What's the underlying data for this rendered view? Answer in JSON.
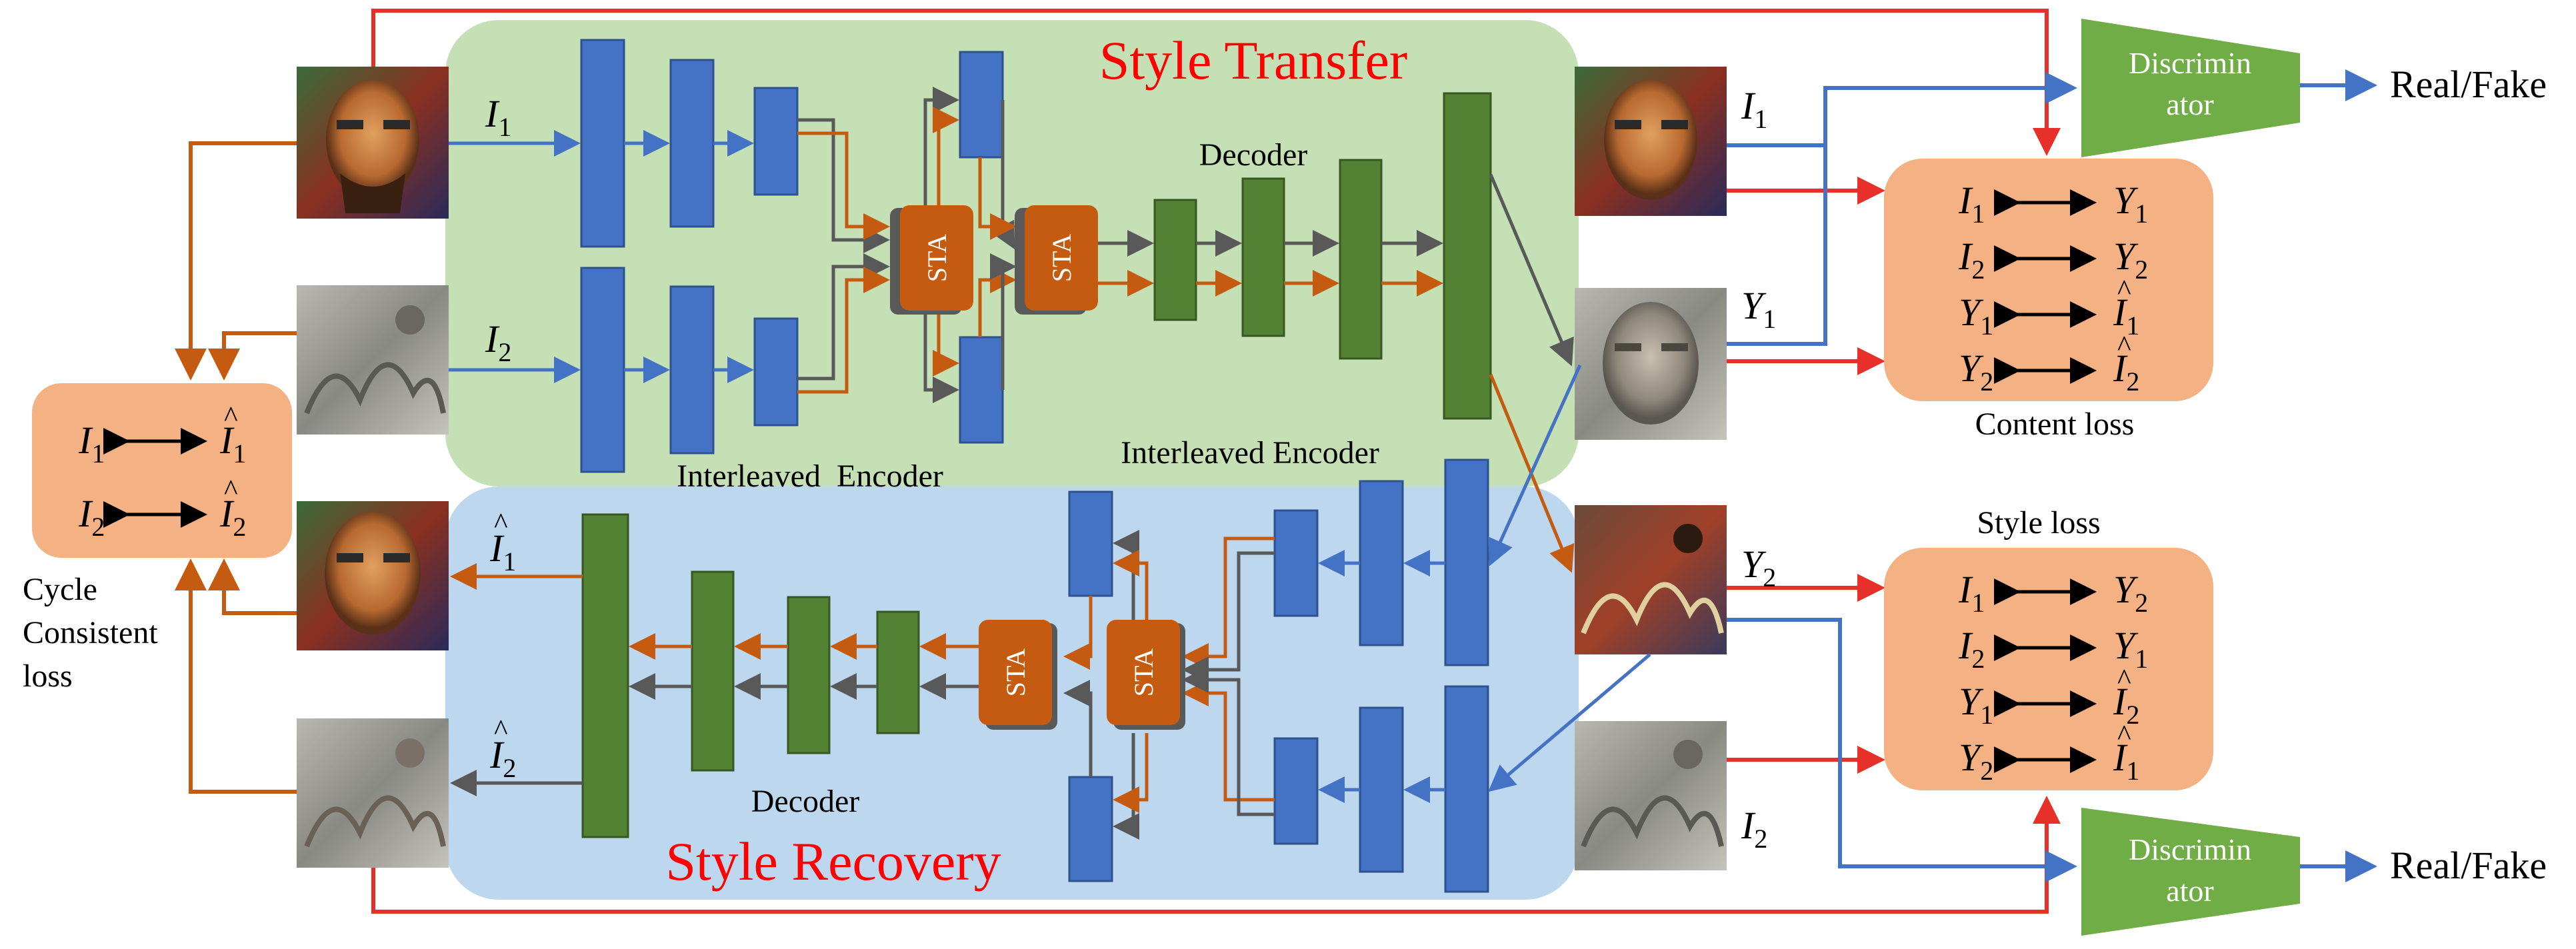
{
  "panels": {
    "transfer_title": "Style Transfer",
    "recovery_title": "Style Recovery"
  },
  "labels": {
    "interleaved_encoder_top": "Interleaved  Encoder",
    "interleaved_encoder_bottom": "Interleaved Encoder",
    "decoder_top": "Decoder",
    "decoder_bottom": "Decoder",
    "sta": "STA"
  },
  "inputs": {
    "i1_sub": "1",
    "i2_sub": "2",
    "base": "I"
  },
  "outputs": {
    "y_base": "Y",
    "y1_sub": "1",
    "y2_sub": "2"
  },
  "discriminators": {
    "label_line1": "Discrimin",
    "label_line2": "ator",
    "output": "Real/Fake"
  },
  "content_loss": {
    "title": "Content loss",
    "pairs": [
      {
        "left": "I",
        "left_sub": "1",
        "left_hat": false,
        "right": "Y",
        "right_sub": "1",
        "right_hat": false
      },
      {
        "left": "I",
        "left_sub": "2",
        "left_hat": false,
        "right": "Y",
        "right_sub": "2",
        "right_hat": false
      },
      {
        "left": "Y",
        "left_sub": "1",
        "left_hat": false,
        "right": "I",
        "right_sub": "1",
        "right_hat": true
      },
      {
        "left": "Y",
        "left_sub": "2",
        "left_hat": false,
        "right": "I",
        "right_sub": "2",
        "right_hat": true
      }
    ]
  },
  "style_loss": {
    "title": "Style loss",
    "pairs": [
      {
        "left": "I",
        "left_sub": "1",
        "left_hat": false,
        "right": "Y",
        "right_sub": "2",
        "right_hat": false
      },
      {
        "left": "I",
        "left_sub": "2",
        "left_hat": false,
        "right": "Y",
        "right_sub": "1",
        "right_hat": false
      },
      {
        "left": "Y",
        "left_sub": "1",
        "left_hat": false,
        "right": "I",
        "right_sub": "2",
        "right_hat": true
      },
      {
        "left": "Y",
        "left_sub": "2",
        "left_hat": false,
        "right": "I",
        "right_sub": "1",
        "right_hat": true
      }
    ]
  },
  "cycle_loss": {
    "title_line1": "Cycle",
    "title_line2": "Consistent",
    "title_line3": "loss",
    "pairs": [
      {
        "left": "I",
        "left_sub": "1",
        "right": "I",
        "right_sub": "1",
        "right_hat": true
      },
      {
        "left": "I",
        "left_sub": "2",
        "right": "I",
        "right_sub": "2",
        "right_hat": true
      }
    ]
  },
  "colors": {
    "transfer_bg": "#c5e0b4",
    "recovery_bg": "#bdd7ee",
    "encoder_block": "#4472c4",
    "decoder_block": "#548235",
    "sta_block": "#c55a11",
    "sta_shadow": "#595959",
    "loss_box": "#f4b183",
    "discriminator": "#70ad47",
    "red_line": "#e8302a",
    "orange_line": "#c55a11",
    "blue_line": "#4472c4",
    "gray_line": "#595959",
    "title_red": "#ff0000"
  }
}
